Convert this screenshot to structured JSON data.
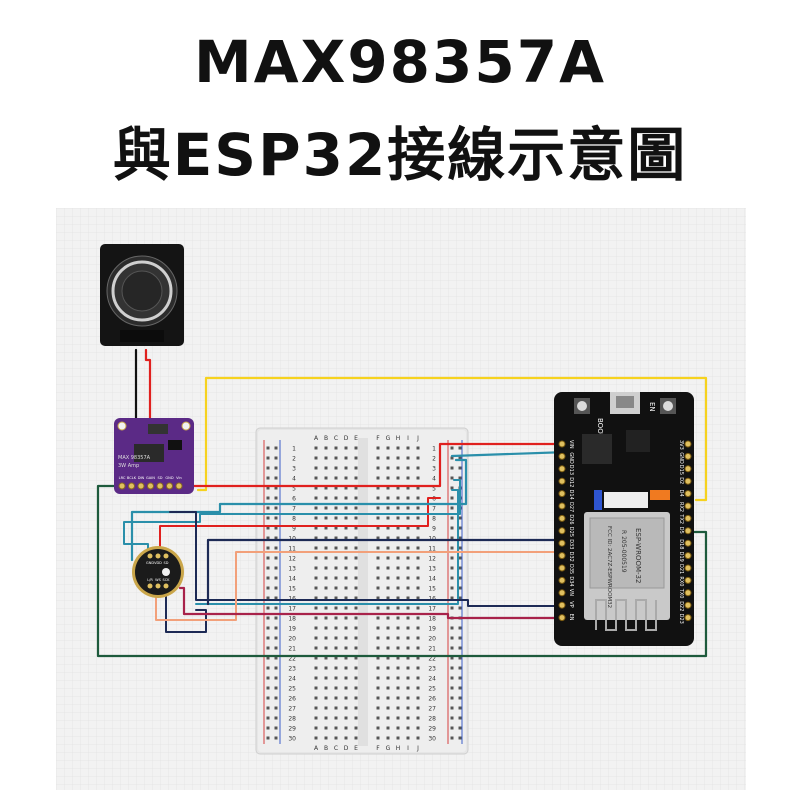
{
  "title_line1": "MAX98357A",
  "title_line2": "與ESP32接線示意圖",
  "breadboard": {
    "column_letters_left": [
      "A",
      "B",
      "C",
      "D",
      "E"
    ],
    "column_letters_right": [
      "F",
      "G",
      "H",
      "I",
      "J"
    ],
    "row_count": 30
  },
  "esp32": {
    "boot_label": "BOOT",
    "en_label": "EN",
    "left_pins": [
      "VIN",
      "GND",
      "D13",
      "D12",
      "D14",
      "D27",
      "D26",
      "D25",
      "D33",
      "D32",
      "D35",
      "D34",
      "VN",
      "VP",
      "EN"
    ],
    "right_pins": [
      "3V3",
      "GND",
      "D15",
      "D2",
      "D4",
      "RX2",
      "TX2",
      "D5",
      "D18",
      "D19",
      "D21",
      "RX0",
      "TX0",
      "D22",
      "D23"
    ],
    "module_text": [
      "ESP-WROOM-32",
      "R 205-000519",
      "FCC ID: 2AC7Z-ESPWROOM32"
    ]
  },
  "amp": {
    "name_text": "MAX 98357A",
    "sub_text": "3W Amp",
    "pins": [
      "LRC",
      "BCLK",
      "DIN",
      "GAIN",
      "SD",
      "GND",
      "Vin"
    ]
  },
  "mic": {
    "pins": [
      "GND",
      "VDD",
      "SD",
      "L/R",
      "WS",
      "SCK"
    ]
  },
  "colors": {
    "grid_bg": "#f2f2f2",
    "grid_line": "#dddddd",
    "wire_red": "#e0201e",
    "wire_yellow": "#f6d21e",
    "wire_navy": "#1d2a55",
    "wire_teal": "#2a8faa",
    "wire_green": "#1d5a3c",
    "wire_pink": "#a8224a",
    "wire_salmon": "#f2a07a",
    "wire_black": "#111111"
  }
}
